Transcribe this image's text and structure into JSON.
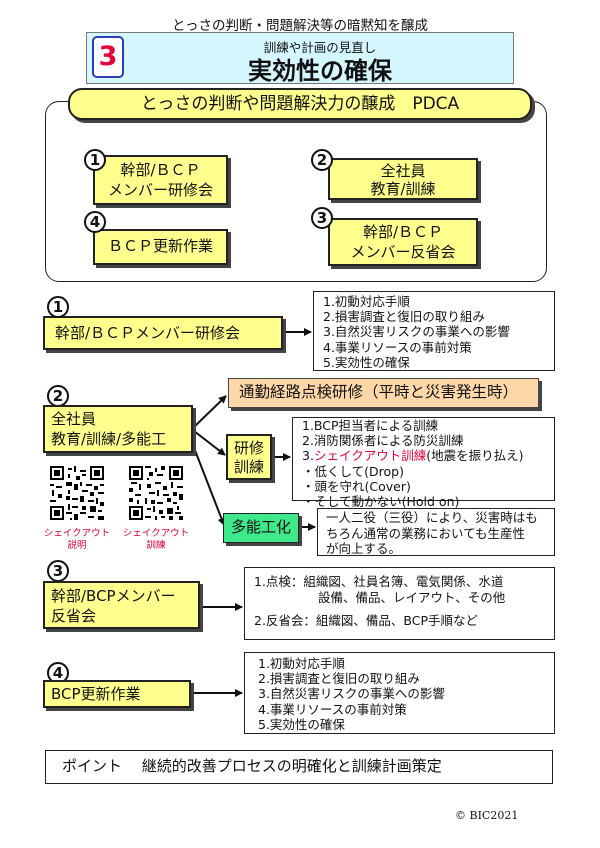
{
  "header": {
    "top_caption": "とっさの判断・問題解決等の暗黙知を醸成",
    "number": "3",
    "subtitle": "訓練や計画の見直し",
    "title": "実効性の確保"
  },
  "pdca": {
    "title": "とっさの判断や問題解決力の醸成　PDCA",
    "steps": [
      {
        "num": "1",
        "line1": "幹部/ＢＣＰ",
        "line2": "メンバー研修会"
      },
      {
        "num": "2",
        "line1": "全社員",
        "line2": "教育/訓練"
      },
      {
        "num": "3",
        "line1": "幹部/ＢＣＰ",
        "line2": "メンバー反省会"
      },
      {
        "num": "4",
        "line1": "ＢＣＰ更新作業"
      }
    ]
  },
  "section1": {
    "num": "1",
    "label": "幹部/ＢＣＰメンバー研修会",
    "items": [
      "1.初動対応手順",
      "2.損害調査と復旧の取り組み",
      "3.自然災害リスクの事業への影響",
      "4.事業リソースの事前対策",
      "5.実効性の確保"
    ]
  },
  "section2": {
    "num": "2",
    "label_line1": "全社員",
    "label_line2": "教育/訓練/多能工",
    "commute": "通勤経路点検研修（平時と災害発生時）",
    "training_label_line1": "研修",
    "training_label_line2": "訓練",
    "training_items": {
      "i1": "1.BCP担当者による訓練",
      "i2": "2.消防関係者による防災訓練",
      "i3_num": "3.",
      "i3_red": "シェイクアウト訓練",
      "i3_rest": "(地震を振り払え)",
      "i4": "・低くして(Drop)",
      "i5": "・頭を守れ(Cover)",
      "i6": "・そして動かない(Hold on)"
    },
    "multi_label": "多能工化",
    "multi_text": [
      "一人二役（三役）により、災害時はも",
      "ちろん通常の業務においても生産性",
      "が向上する。"
    ],
    "qr1": {
      "line1": "シェイクアウト",
      "line2": "説明"
    },
    "qr2": {
      "line1": "シェイクアウト",
      "line2": "訓練"
    }
  },
  "section3": {
    "num": "3",
    "label_line1": "幹部/BCPメンバー",
    "label_line2": "反省会",
    "item1_line1": "1.点検：組織図、社員名簿、電気関係、水道",
    "item1_line2": "設備、備品、レイアウト、その他",
    "item2": "2.反省会：組織図、備品、BCP手順など"
  },
  "section4": {
    "num": "4",
    "label": "BCP更新作業",
    "items": [
      "1.初動対応手順",
      "2.損害調査と復旧の取り組み",
      "3.自然災害リスクの事業への影響",
      "4.事業リソースの事前対策",
      "5.実効性の確保"
    ]
  },
  "point": "ポイント　 継続的改善プロセスの明確化と訓練計画策定",
  "copyright": "©  BIC2021",
  "colors": {
    "yellow": "#ffff8e",
    "orange": "#fdd7a8",
    "green": "#3fe88a",
    "header_blue": "#d6f6fe",
    "number_red": "#e8003c"
  }
}
